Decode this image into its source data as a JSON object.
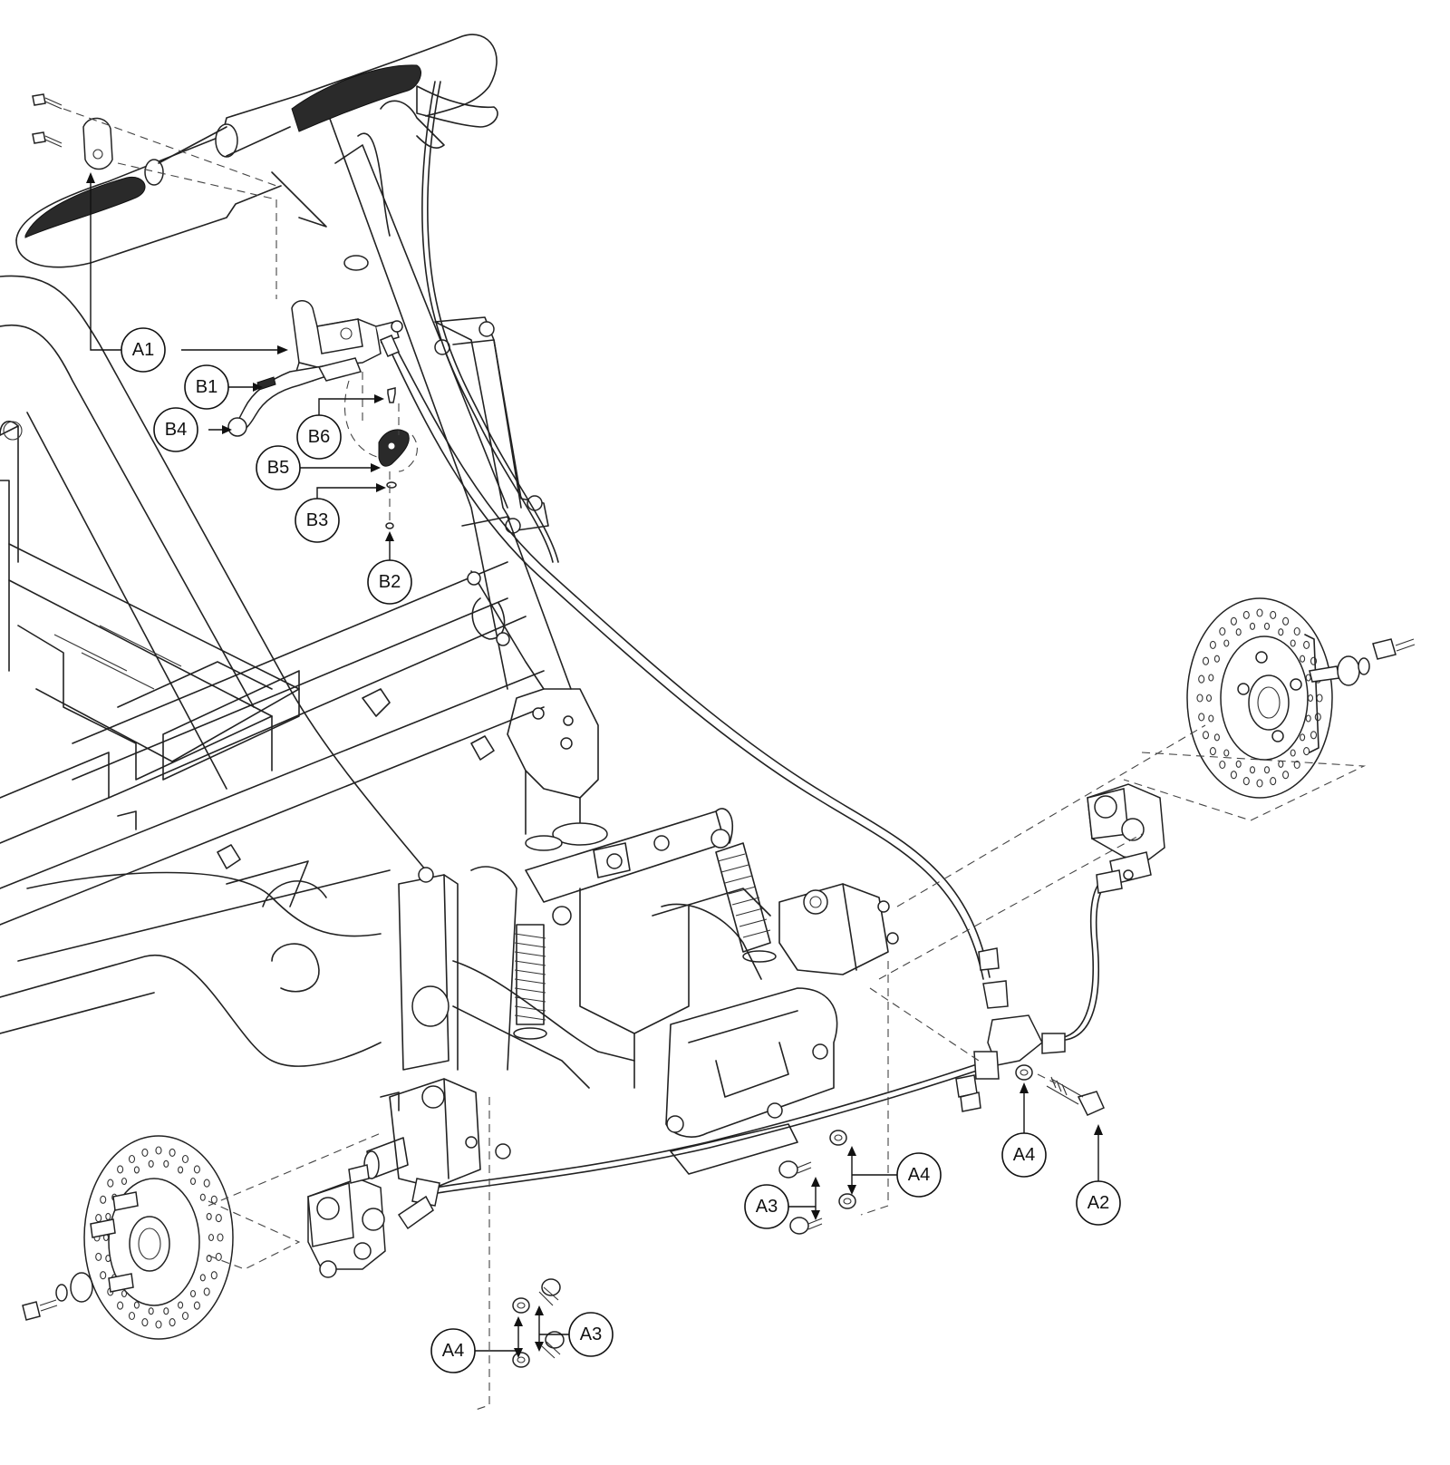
{
  "callouts": {
    "a1": "A1",
    "a2": "A2",
    "a3_right": "A3",
    "a3_bottom": "A3",
    "a4_right_top": "A4",
    "a4_mid": "A4",
    "a4_bottom": "A4",
    "b1": "B1",
    "b2": "B2",
    "b3": "B3",
    "b4": "B4",
    "b5": "B5",
    "b6": "B6"
  }
}
